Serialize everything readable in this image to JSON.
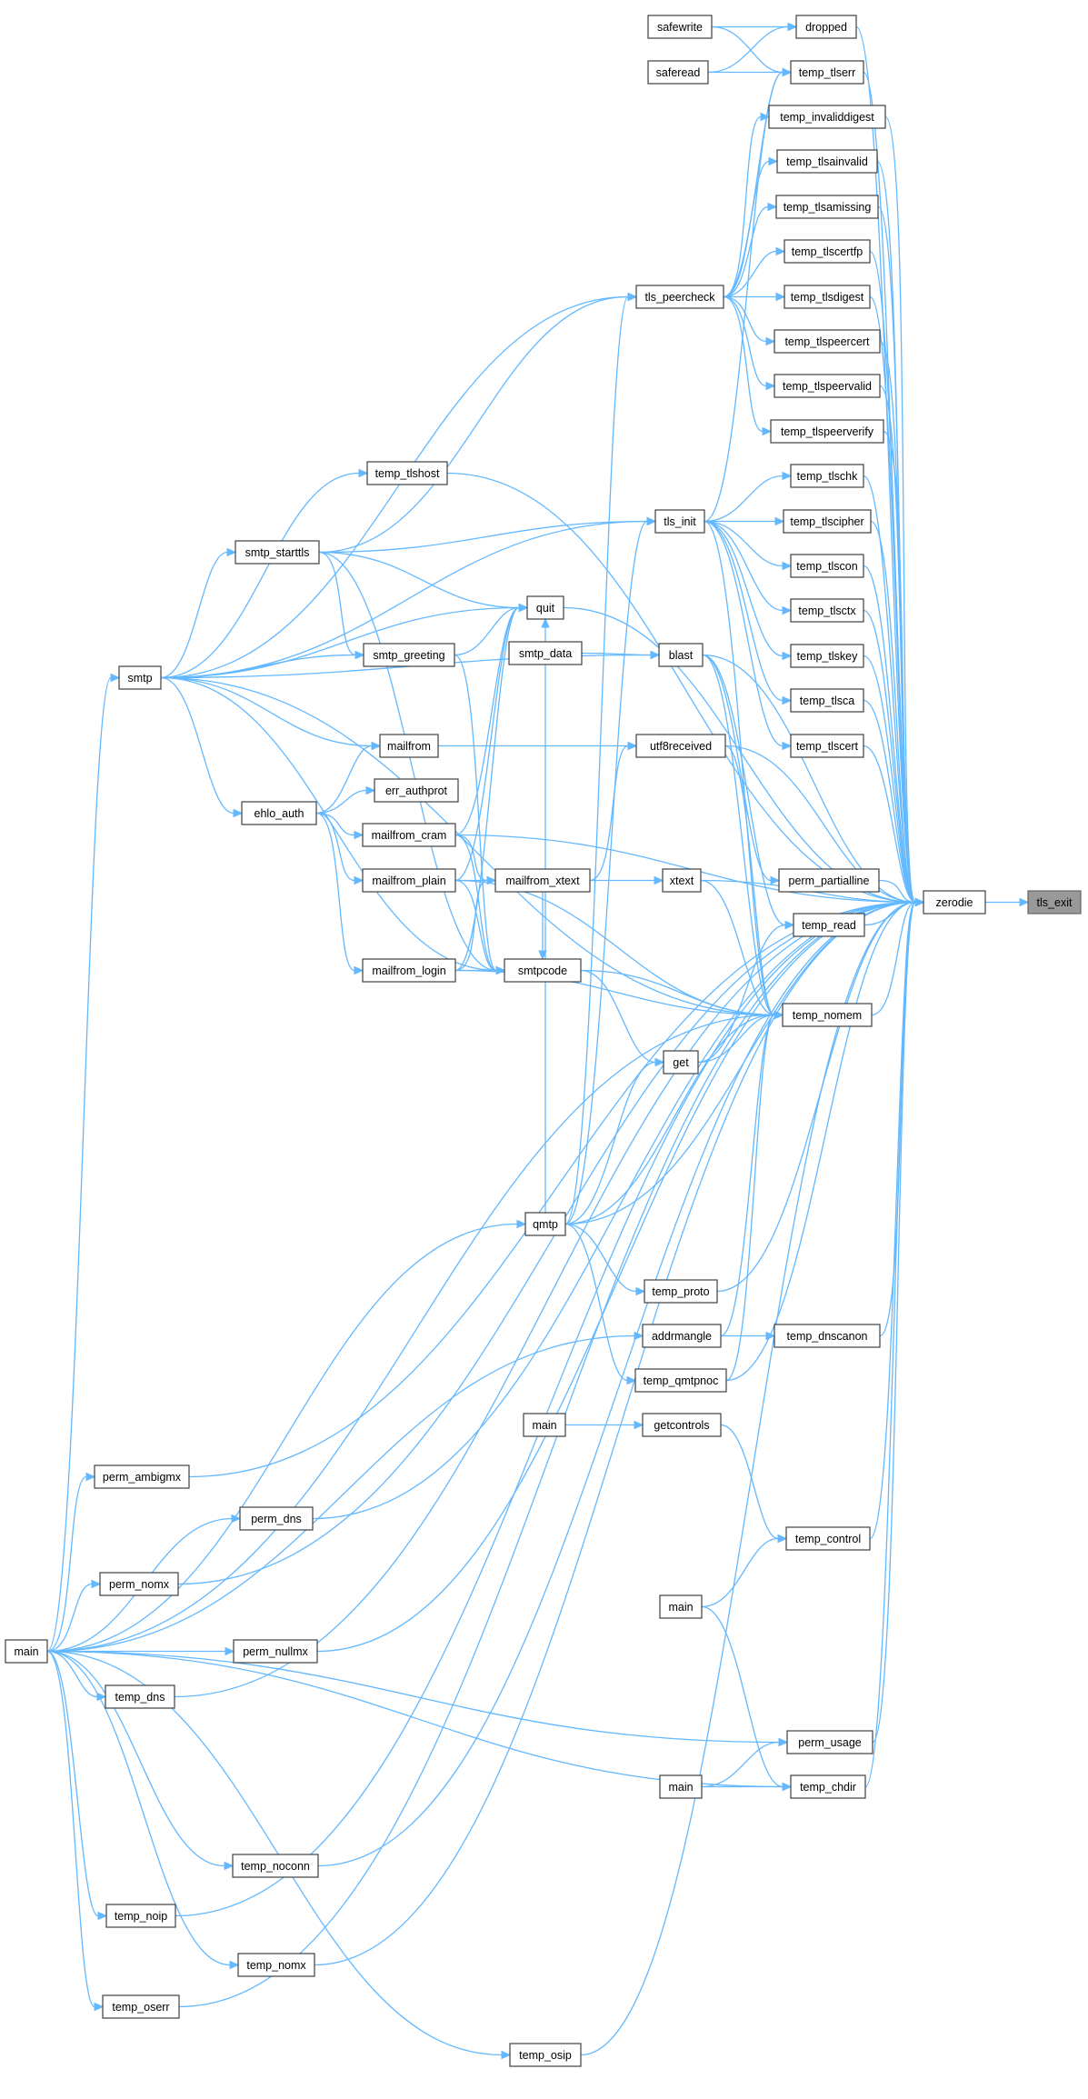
{
  "graph": {
    "edge_color": "#63b8ff",
    "node_border": "#404040",
    "root_fill": "#999999",
    "nodes": [
      {
        "id": "tls_exit",
        "label": "tls_exit",
        "root": true
      },
      {
        "id": "zerodie",
        "label": "zerodie"
      },
      {
        "id": "dropped",
        "label": "dropped"
      },
      {
        "id": "safewrite",
        "label": "safewrite"
      },
      {
        "id": "saferead",
        "label": "saferead"
      },
      {
        "id": "temp_tlserr",
        "label": "temp_tlserr"
      },
      {
        "id": "temp_invaliddigest",
        "label": "temp_invaliddigest"
      },
      {
        "id": "temp_tlsainvalid",
        "label": "temp_tlsainvalid"
      },
      {
        "id": "temp_tlsamissing",
        "label": "temp_tlsamissing"
      },
      {
        "id": "temp_tlscertfp",
        "label": "temp_tlscertfp"
      },
      {
        "id": "tls_peercheck",
        "label": "tls_peercheck"
      },
      {
        "id": "temp_tlsdigest",
        "label": "temp_tlsdigest"
      },
      {
        "id": "temp_tlspeercert",
        "label": "temp_tlspeercert"
      },
      {
        "id": "temp_tlspeervalid",
        "label": "temp_tlspeervalid"
      },
      {
        "id": "temp_tlspeerverify",
        "label": "temp_tlspeerverify"
      },
      {
        "id": "temp_tlschk",
        "label": "temp_tlschk"
      },
      {
        "id": "temp_tlshost",
        "label": "temp_tlshost"
      },
      {
        "id": "tls_init",
        "label": "tls_init"
      },
      {
        "id": "temp_tlscipher",
        "label": "temp_tlscipher"
      },
      {
        "id": "smtp_starttls",
        "label": "smtp_starttls"
      },
      {
        "id": "temp_tlscon",
        "label": "temp_tlscon"
      },
      {
        "id": "quit",
        "label": "quit"
      },
      {
        "id": "temp_tlsctx",
        "label": "temp_tlsctx"
      },
      {
        "id": "smtp_data",
        "label": "smtp_data"
      },
      {
        "id": "blast",
        "label": "blast"
      },
      {
        "id": "smtp_greeting",
        "label": "smtp_greeting"
      },
      {
        "id": "temp_tlskey",
        "label": "temp_tlskey"
      },
      {
        "id": "smtp",
        "label": "smtp"
      },
      {
        "id": "temp_tlsca",
        "label": "temp_tlsca"
      },
      {
        "id": "mailfrom",
        "label": "mailfrom"
      },
      {
        "id": "utf8received",
        "label": "utf8received"
      },
      {
        "id": "temp_tlscert",
        "label": "temp_tlscert"
      },
      {
        "id": "err_authprot",
        "label": "err_authprot"
      },
      {
        "id": "ehlo_auth",
        "label": "ehlo_auth"
      },
      {
        "id": "mailfrom_cram",
        "label": "mailfrom_cram"
      },
      {
        "id": "mailfrom_plain",
        "label": "mailfrom_plain"
      },
      {
        "id": "mailfrom_xtext",
        "label": "mailfrom_xtext"
      },
      {
        "id": "xtext",
        "label": "xtext"
      },
      {
        "id": "perm_partialline",
        "label": "perm_partialline"
      },
      {
        "id": "temp_read",
        "label": "temp_read"
      },
      {
        "id": "mailfrom_login",
        "label": "mailfrom_login"
      },
      {
        "id": "smtpcode",
        "label": "smtpcode"
      },
      {
        "id": "temp_nomem",
        "label": "temp_nomem"
      },
      {
        "id": "get",
        "label": "get"
      },
      {
        "id": "qmtp",
        "label": "qmtp"
      },
      {
        "id": "temp_proto",
        "label": "temp_proto"
      },
      {
        "id": "addrmangle",
        "label": "addrmangle"
      },
      {
        "id": "temp_dnscanon",
        "label": "temp_dnscanon"
      },
      {
        "id": "temp_qmtpnoc",
        "label": "temp_qmtpnoc"
      },
      {
        "id": "main_gc",
        "label": "main"
      },
      {
        "id": "getcontrols",
        "label": "getcontrols"
      },
      {
        "id": "perm_ambigmx",
        "label": "perm_ambigmx"
      },
      {
        "id": "perm_dns",
        "label": "perm_dns"
      },
      {
        "id": "temp_control",
        "label": "temp_control"
      },
      {
        "id": "perm_nomx",
        "label": "perm_nomx"
      },
      {
        "id": "main_tc",
        "label": "main"
      },
      {
        "id": "main",
        "label": "main"
      },
      {
        "id": "perm_nullmx",
        "label": "perm_nullmx"
      },
      {
        "id": "temp_dns",
        "label": "temp_dns"
      },
      {
        "id": "perm_usage",
        "label": "perm_usage"
      },
      {
        "id": "main_pu",
        "label": "main"
      },
      {
        "id": "temp_chdir",
        "label": "temp_chdir"
      },
      {
        "id": "temp_noconn",
        "label": "temp_noconn"
      },
      {
        "id": "temp_noip",
        "label": "temp_noip"
      },
      {
        "id": "temp_nomx",
        "label": "temp_nomx"
      },
      {
        "id": "temp_oserr",
        "label": "temp_oserr"
      },
      {
        "id": "temp_osip",
        "label": "temp_osip"
      }
    ],
    "edges": [
      [
        "zerodie",
        "tls_exit"
      ],
      [
        "dropped",
        "zerodie"
      ],
      [
        "temp_tlserr",
        "zerodie"
      ],
      [
        "temp_invaliddigest",
        "zerodie"
      ],
      [
        "temp_tlsainvalid",
        "zerodie"
      ],
      [
        "temp_tlsamissing",
        "zerodie"
      ],
      [
        "temp_tlscertfp",
        "zerodie"
      ],
      [
        "temp_tlsdigest",
        "zerodie"
      ],
      [
        "temp_tlspeercert",
        "zerodie"
      ],
      [
        "temp_tlspeervalid",
        "zerodie"
      ],
      [
        "temp_tlspeerverify",
        "zerodie"
      ],
      [
        "temp_tlschk",
        "zerodie"
      ],
      [
        "temp_tlscipher",
        "zerodie"
      ],
      [
        "temp_tlscon",
        "zerodie"
      ],
      [
        "temp_tlsctx",
        "zerodie"
      ],
      [
        "temp_tlskey",
        "zerodie"
      ],
      [
        "temp_tlsca",
        "zerodie"
      ],
      [
        "temp_tlscert",
        "zerodie"
      ],
      [
        "perm_partialline",
        "zerodie"
      ],
      [
        "temp_read",
        "zerodie"
      ],
      [
        "temp_nomem",
        "zerodie"
      ],
      [
        "temp_proto",
        "zerodie"
      ],
      [
        "temp_dnscanon",
        "zerodie"
      ],
      [
        "temp_qmtpnoc",
        "zerodie"
      ],
      [
        "perm_ambigmx",
        "zerodie"
      ],
      [
        "perm_dns",
        "zerodie"
      ],
      [
        "temp_control",
        "zerodie"
      ],
      [
        "perm_nomx",
        "zerodie"
      ],
      [
        "perm_nullmx",
        "zerodie"
      ],
      [
        "temp_dns",
        "zerodie"
      ],
      [
        "perm_usage",
        "zerodie"
      ],
      [
        "temp_chdir",
        "zerodie"
      ],
      [
        "temp_noconn",
        "zerodie"
      ],
      [
        "temp_noip",
        "zerodie"
      ],
      [
        "temp_nomx",
        "zerodie"
      ],
      [
        "temp_oserr",
        "zerodie"
      ],
      [
        "temp_osip",
        "zerodie"
      ],
      [
        "temp_tlshost",
        "zerodie"
      ],
      [
        "quit",
        "zerodie"
      ],
      [
        "blast",
        "zerodie"
      ],
      [
        "utf8received",
        "zerodie"
      ],
      [
        "mailfrom_cram",
        "zerodie"
      ],
      [
        "xtext",
        "zerodie"
      ],
      [
        "qmtp",
        "zerodie"
      ],
      [
        "safewrite",
        "dropped"
      ],
      [
        "saferead",
        "dropped"
      ],
      [
        "safewrite",
        "temp_tlserr"
      ],
      [
        "saferead",
        "temp_tlserr"
      ],
      [
        "tls_init",
        "temp_tlserr"
      ],
      [
        "tls_peercheck",
        "temp_tlserr"
      ],
      [
        "tls_peercheck",
        "temp_invaliddigest"
      ],
      [
        "tls_peercheck",
        "temp_tlsainvalid"
      ],
      [
        "tls_peercheck",
        "temp_tlsamissing"
      ],
      [
        "tls_peercheck",
        "temp_tlscertfp"
      ],
      [
        "tls_peercheck",
        "temp_tlsdigest"
      ],
      [
        "tls_peercheck",
        "temp_tlspeercert"
      ],
      [
        "tls_peercheck",
        "temp_tlspeervalid"
      ],
      [
        "tls_peercheck",
        "temp_tlspeerverify"
      ],
      [
        "tls_init",
        "temp_tlschk"
      ],
      [
        "tls_init",
        "temp_tlscipher"
      ],
      [
        "tls_init",
        "temp_tlscon"
      ],
      [
        "tls_init",
        "temp_tlsctx"
      ],
      [
        "tls_init",
        "temp_tlskey"
      ],
      [
        "tls_init",
        "temp_tlsca"
      ],
      [
        "tls_init",
        "temp_tlscert"
      ],
      [
        "tls_init",
        "temp_nomem"
      ],
      [
        "smtp_starttls",
        "tls_peercheck"
      ],
      [
        "smtp",
        "tls_peercheck"
      ],
      [
        "qmtp",
        "tls_peercheck"
      ],
      [
        "smtp_starttls",
        "tls_init"
      ],
      [
        "smtp",
        "tls_init"
      ],
      [
        "qmtp",
        "tls_init"
      ],
      [
        "smtp",
        "temp_tlshost"
      ],
      [
        "smtp",
        "smtp_starttls"
      ],
      [
        "smtp",
        "quit"
      ],
      [
        "smtp",
        "smtp_greeting"
      ],
      [
        "smtp",
        "blast"
      ],
      [
        "smtp",
        "mailfrom"
      ],
      [
        "smtp",
        "ehlo_auth"
      ],
      [
        "smtp",
        "smtpcode"
      ],
      [
        "smtp",
        "temp_nomem"
      ],
      [
        "smtp_starttls",
        "quit"
      ],
      [
        "smtp_starttls",
        "smtp_greeting"
      ],
      [
        "smtp_starttls",
        "smtpcode"
      ],
      [
        "smtp_greeting",
        "quit"
      ],
      [
        "smtp_greeting",
        "smtpcode"
      ],
      [
        "ehlo_auth",
        "mailfrom"
      ],
      [
        "ehlo_auth",
        "err_authprot"
      ],
      [
        "ehlo_auth",
        "mailfrom_cram"
      ],
      [
        "ehlo_auth",
        "mailfrom_plain"
      ],
      [
        "ehlo_auth",
        "mailfrom_login"
      ],
      [
        "mailfrom",
        "utf8received"
      ],
      [
        "mailfrom_cram",
        "quit"
      ],
      [
        "mailfrom_cram",
        "mailfrom_xtext"
      ],
      [
        "mailfrom_cram",
        "smtpcode"
      ],
      [
        "mailfrom_plain",
        "quit"
      ],
      [
        "mailfrom_plain",
        "mailfrom_xtext"
      ],
      [
        "mailfrom_plain",
        "smtpcode"
      ],
      [
        "mailfrom_plain",
        "temp_nomem"
      ],
      [
        "mailfrom_login",
        "quit"
      ],
      [
        "mailfrom_login",
        "mailfrom_xtext"
      ],
      [
        "mailfrom_login",
        "smtpcode"
      ],
      [
        "mailfrom_login",
        "temp_nomem"
      ],
      [
        "mailfrom_xtext",
        "utf8received"
      ],
      [
        "mailfrom_xtext",
        "xtext"
      ],
      [
        "mailfrom_xtext",
        "smtpcode"
      ],
      [
        "smtp_data",
        "blast"
      ],
      [
        "blast",
        "temp_nomem"
      ],
      [
        "blast",
        "perm_partialline"
      ],
      [
        "blast",
        "temp_read"
      ],
      [
        "utf8received",
        "temp_nomem"
      ],
      [
        "xtext",
        "temp_nomem"
      ],
      [
        "smtpcode",
        "get"
      ],
      [
        "smtpcode",
        "temp_nomem"
      ],
      [
        "get",
        "temp_nomem"
      ],
      [
        "get",
        "temp_read"
      ],
      [
        "qmtp",
        "get"
      ],
      [
        "qmtp",
        "quit"
      ],
      [
        "qmtp",
        "temp_proto"
      ],
      [
        "qmtp",
        "temp_qmtpnoc"
      ],
      [
        "qmtp",
        "temp_nomem"
      ],
      [
        "addrmangle",
        "temp_dnscanon"
      ],
      [
        "addrmangle",
        "temp_nomem"
      ],
      [
        "temp_qmtpnoc",
        "temp_nomem"
      ],
      [
        "main_gc",
        "getcontrols"
      ],
      [
        "getcontrols",
        "temp_control"
      ],
      [
        "main_tc",
        "temp_control"
      ],
      [
        "main_tc",
        "temp_chdir"
      ],
      [
        "main_pu",
        "perm_usage"
      ],
      [
        "main_pu",
        "temp_chdir"
      ],
      [
        "main",
        "smtp"
      ],
      [
        "main",
        "qmtp"
      ],
      [
        "main",
        "addrmangle"
      ],
      [
        "main",
        "perm_ambigmx"
      ],
      [
        "main",
        "perm_dns"
      ],
      [
        "main",
        "perm_nomx"
      ],
      [
        "main",
        "perm_nullmx"
      ],
      [
        "main",
        "temp_dns"
      ],
      [
        "main",
        "perm_usage"
      ],
      [
        "main",
        "temp_chdir"
      ],
      [
        "main",
        "temp_noconn"
      ],
      [
        "main",
        "temp_noip"
      ],
      [
        "main",
        "temp_nomx"
      ],
      [
        "main",
        "temp_oserr"
      ],
      [
        "main",
        "temp_osip"
      ],
      [
        "main",
        "temp_nomem"
      ]
    ]
  }
}
